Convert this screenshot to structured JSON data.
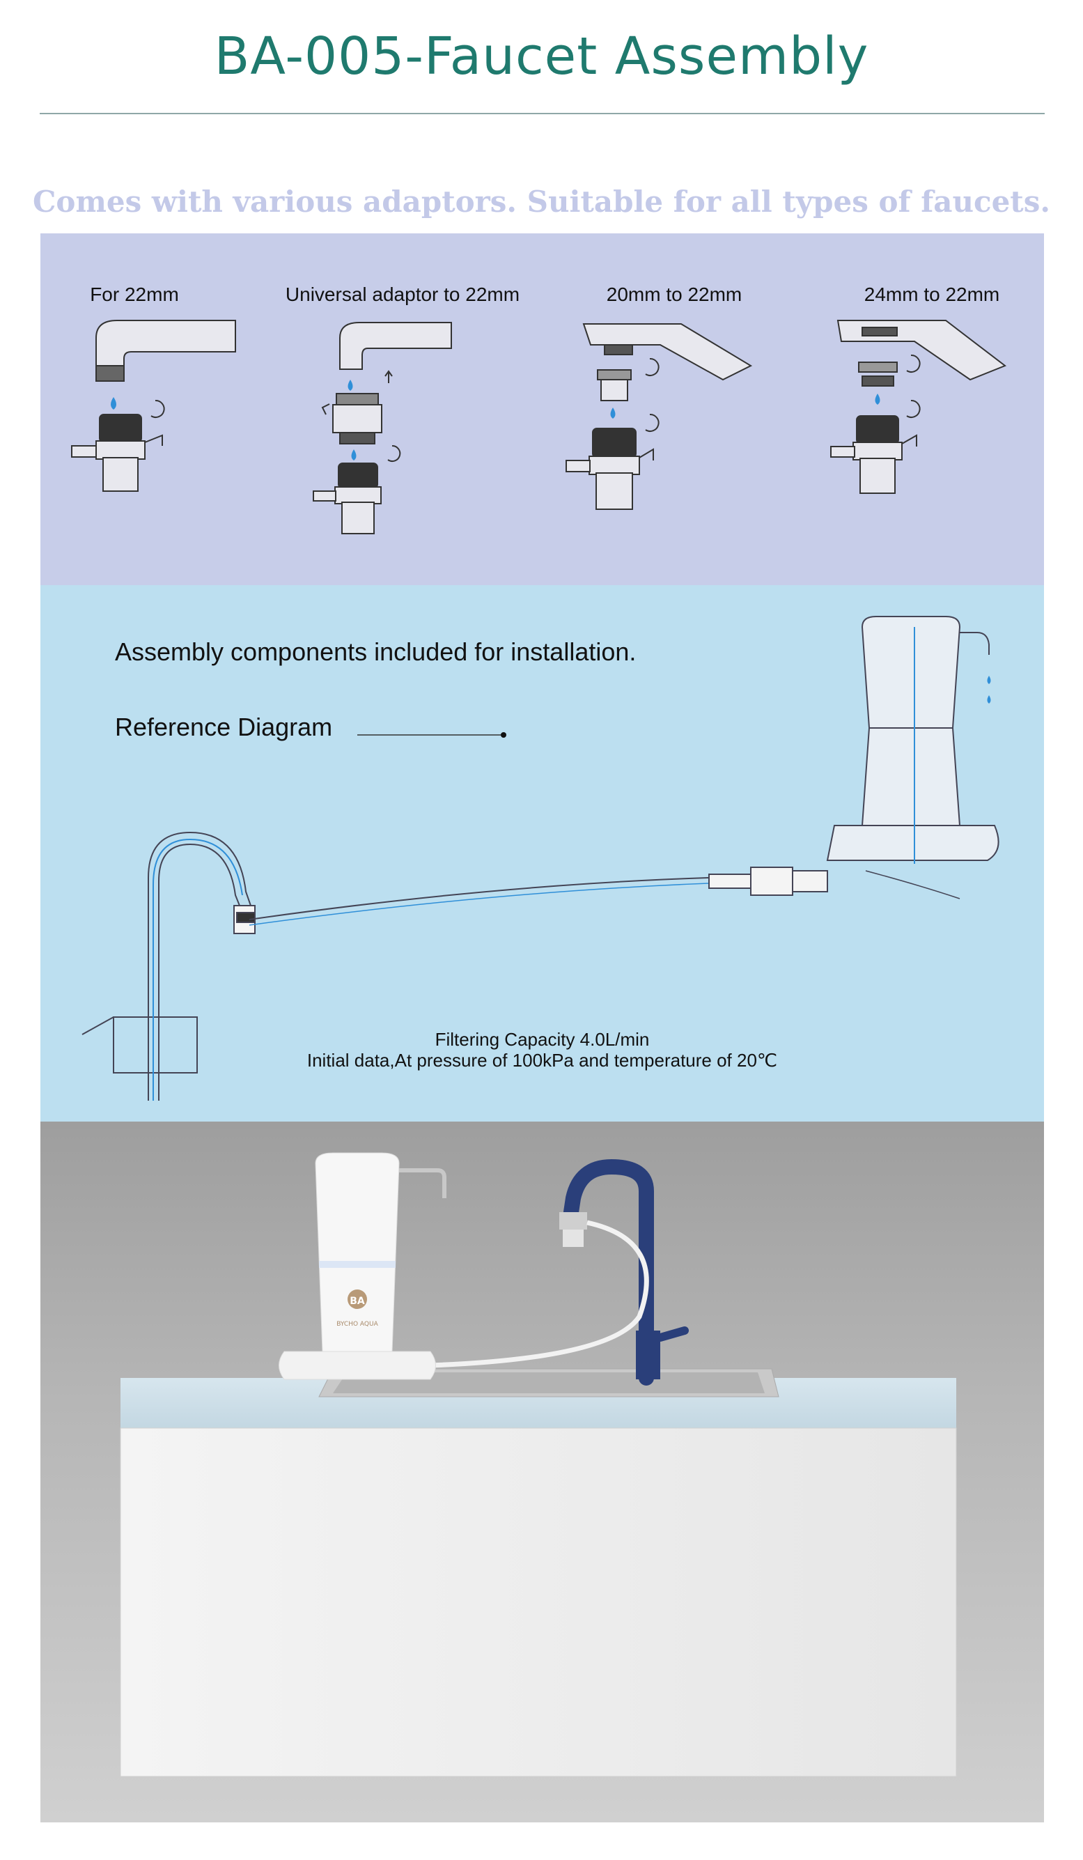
{
  "page": {
    "title": "BA-005-Faucet Assembly",
    "subtitle": "Comes with various adaptors. Suitable for all types of faucets."
  },
  "adaptors": [
    {
      "label": "For 22mm"
    },
    {
      "label": "Universal adaptor to 22mm"
    },
    {
      "label": "20mm to 22mm"
    },
    {
      "label": "24mm to 22mm"
    }
  ],
  "diagram": {
    "heading": "Assembly components included for installation.",
    "reference": "Reference Diagram",
    "caption_line1": "Filtering Capacity 4.0L/min",
    "caption_line2": "Initial data,At pressure of 100kPa and temperature of 20℃"
  },
  "photo": {
    "logo_text": "BA",
    "brand_text": "BYCHO AQUA"
  },
  "colors": {
    "title": "#1f7a6e",
    "subtitle": "#c3c9e8",
    "adaptor_panel": "#c7cde9",
    "diagram_panel": "#bcdff0",
    "water_blue": "#2f8fd8",
    "faucet_navy": "#2a3f7a"
  }
}
